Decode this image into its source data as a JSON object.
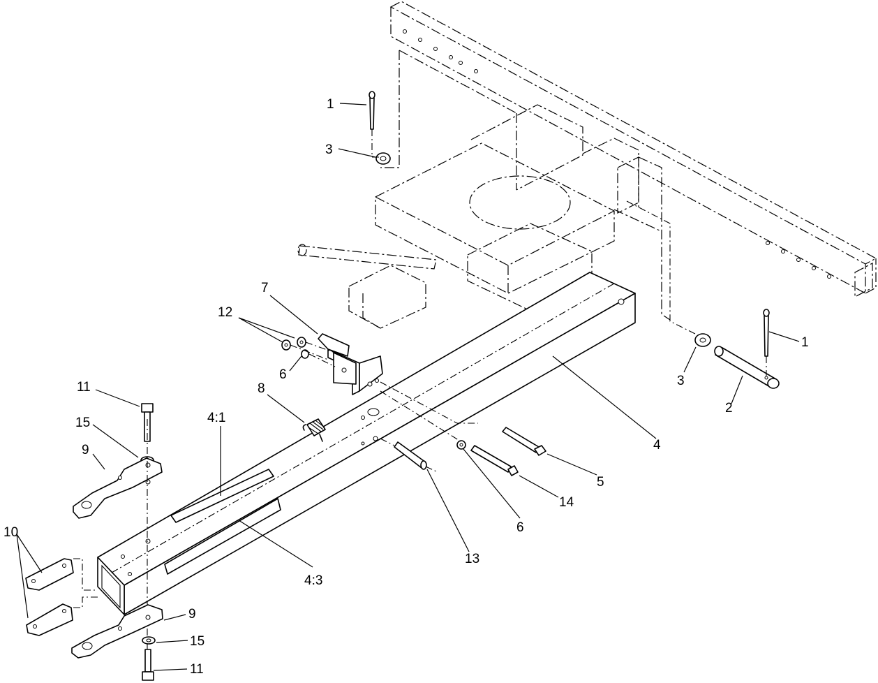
{
  "callouts": [
    {
      "id": "c1a",
      "text": "1"
    },
    {
      "id": "c3a",
      "text": "3"
    },
    {
      "id": "c12",
      "text": "12"
    },
    {
      "id": "c7",
      "text": "7"
    },
    {
      "id": "c6a",
      "text": "6"
    },
    {
      "id": "c11a",
      "text": "11"
    },
    {
      "id": "c8",
      "text": "8"
    },
    {
      "id": "c15a",
      "text": "15"
    },
    {
      "id": "c4_1",
      "text": "4:1"
    },
    {
      "id": "c9a",
      "text": "9"
    },
    {
      "id": "c1b",
      "text": "1"
    },
    {
      "id": "c3b",
      "text": "3"
    },
    {
      "id": "c2",
      "text": "2"
    },
    {
      "id": "c4",
      "text": "4"
    },
    {
      "id": "c5",
      "text": "5"
    },
    {
      "id": "c14",
      "text": "14"
    },
    {
      "id": "c6b",
      "text": "6"
    },
    {
      "id": "c13",
      "text": "13"
    },
    {
      "id": "c10",
      "text": "10"
    },
    {
      "id": "c4_3",
      "text": "4:3"
    },
    {
      "id": "c9b",
      "text": "9"
    },
    {
      "id": "c15b",
      "text": "15"
    },
    {
      "id": "c11b",
      "text": "11"
    }
  ]
}
